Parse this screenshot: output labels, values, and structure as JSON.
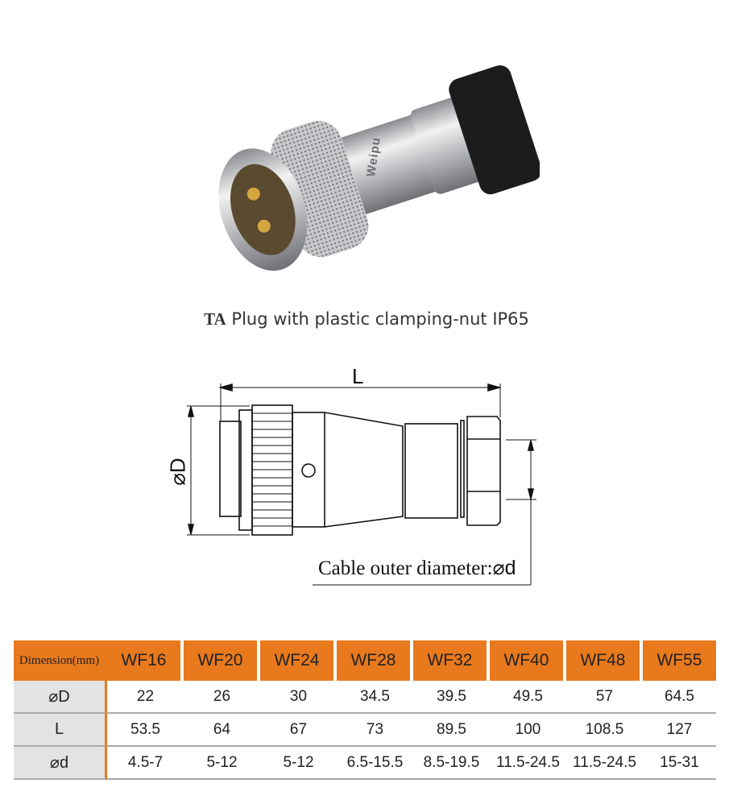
{
  "product": {
    "caption_tag": "TA",
    "caption_text": "Plug with plastic clamping-nut IP65",
    "brand_marking": "Weipu"
  },
  "drawing": {
    "length_label": "L",
    "diameter_label": "⌀D",
    "cable_label": "Cable outer diameter:",
    "cable_symbol": "⌀d"
  },
  "table": {
    "corner": "Dimension(mm)",
    "headers": [
      "WF16",
      "WF20",
      "WF24",
      "WF28",
      "WF32",
      "WF40",
      "WF48",
      "WF55"
    ],
    "rows": [
      {
        "label": "⌀D",
        "values": [
          "22",
          "26",
          "30",
          "34.5",
          "39.5",
          "49.5",
          "57",
          "64.5"
        ]
      },
      {
        "label": "L",
        "values": [
          "53.5",
          "64",
          "67",
          "73",
          "89.5",
          "100",
          "108.5",
          "127"
        ]
      },
      {
        "label": "⌀d",
        "values": [
          "4.5-7",
          "5-12",
          "5-12",
          "6.5-15.5",
          "8.5-19.5",
          "11.5-24.5",
          "11.5-24.5",
          "15-31"
        ]
      }
    ]
  },
  "colors": {
    "accent": "#e8791d",
    "row_header": "#e3e3e3"
  }
}
